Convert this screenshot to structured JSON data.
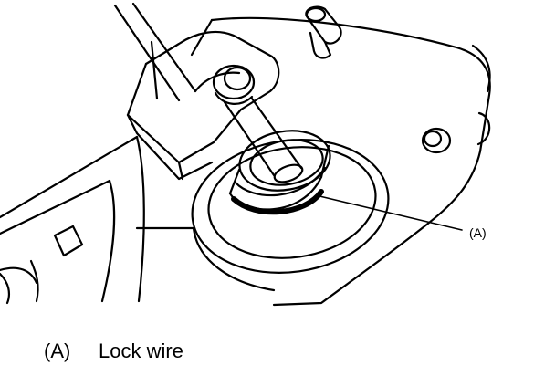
{
  "callout": {
    "label": "(A)"
  },
  "legend": {
    "key": "(A)",
    "text": "Lock wire"
  },
  "colors": {
    "line": "#000000",
    "background": "#ffffff"
  }
}
